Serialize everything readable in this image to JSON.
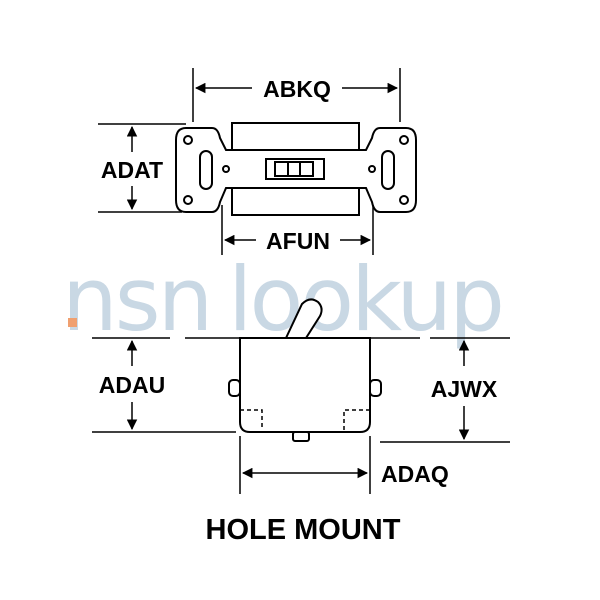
{
  "dimensions": {
    "top_width": "ABKQ",
    "top_height": "ADAT",
    "top_inner_width": "AFUN",
    "side_body_height": "ADAU",
    "side_overall_height": "AJWX",
    "side_body_width": "ADAQ"
  },
  "caption": "HOLE MOUNT",
  "watermark": {
    "text_left": "nsn",
    "text_right": "lookup",
    "color": "#b8cbdb"
  },
  "colors": {
    "line": "#000000",
    "background": "#ffffff"
  }
}
